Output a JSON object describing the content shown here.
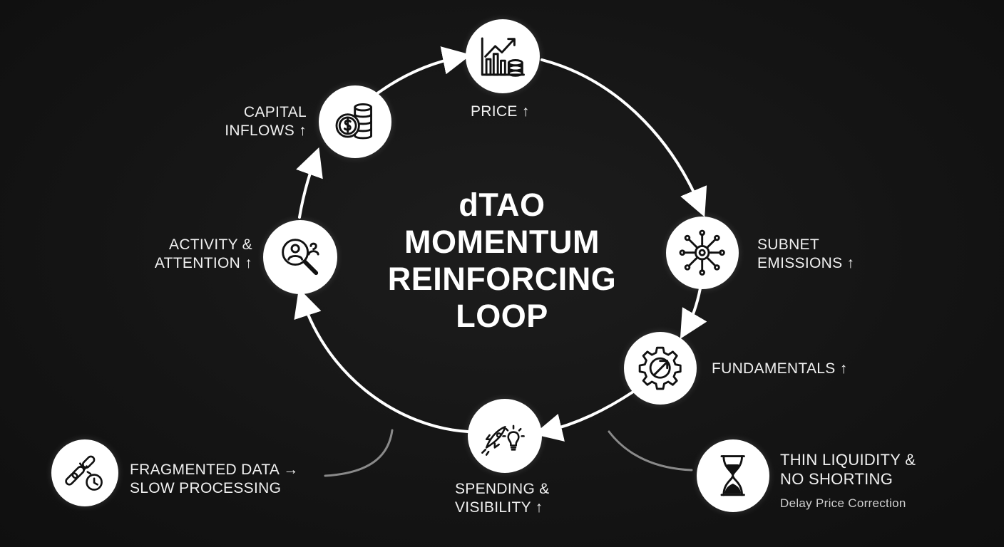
{
  "title": {
    "line1": "dTAO",
    "line2": "MOMENTUM",
    "line3": "REINFORCING",
    "line4": "LOOP"
  },
  "nodes": {
    "price": {
      "label1": "PRICE ↑",
      "icon": "chart-coins-icon"
    },
    "subnet": {
      "label1": "SUBNET",
      "label2": "EMISSIONS ↑",
      "icon": "network-gear-icon"
    },
    "fundamentals": {
      "label1": "FUNDAMENTALS ↑",
      "icon": "gear-arrow-icon"
    },
    "spending": {
      "label1": "SPENDING &",
      "label2": "VISIBILITY ↑",
      "icon": "rocket-bulb-icon"
    },
    "activity": {
      "label1": "ACTIVITY &",
      "label2": "ATTENTION ↑",
      "icon": "magnifier-person-icon"
    },
    "capital": {
      "label1": "CAPITAL",
      "label2": "INFLOWS ↑",
      "icon": "coin-stack-icon"
    }
  },
  "frictions": {
    "left": {
      "label1": "FRAGMENTED DATA →",
      "label2": "SLOW PROCESSING",
      "icon": "broken-link-clock-icon"
    },
    "right": {
      "label1": "THIN LIQUIDITY &",
      "label2": "NO SHORTING",
      "sub": "Delay Price Correction",
      "icon": "hourglass-icon"
    }
  }
}
